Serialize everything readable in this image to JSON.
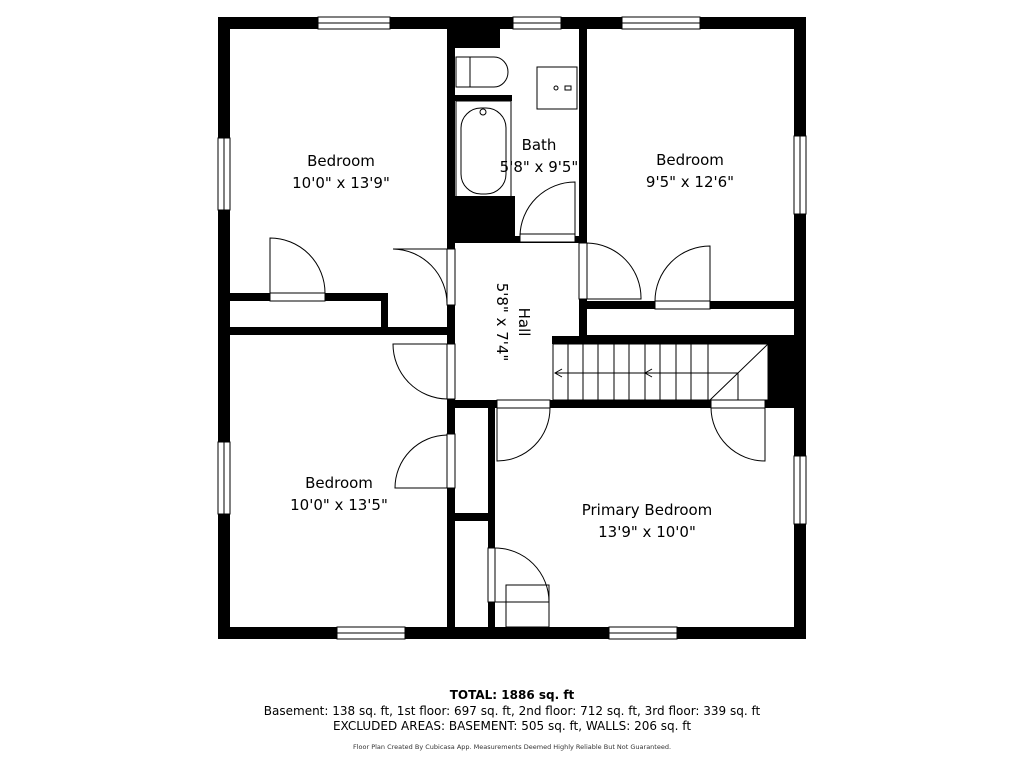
{
  "plan": {
    "wall_color": "#000000",
    "background": "#ffffff",
    "rooms": [
      {
        "name": "Bedroom",
        "dims": "10'0\" x 13'9\""
      },
      {
        "name": "Bath",
        "dims": "5'8\" x 9'5\""
      },
      {
        "name": "Bedroom",
        "dims": "9'5\" x 12'6\""
      },
      {
        "name": "Hall",
        "dims": "5'8\" x 7'4\""
      },
      {
        "name": "Bedroom",
        "dims": "10'0\" x 13'5\""
      },
      {
        "name": "Primary Bedroom",
        "dims": "13'9\" x 10'0\""
      }
    ]
  },
  "footer": {
    "total": "TOTAL: 1886 sq. ft",
    "floors": "Basement: 138 sq. ft, 1st floor: 697 sq. ft, 2nd floor: 712 sq. ft, 3rd floor: 339 sq. ft",
    "excluded": "EXCLUDED AREAS: BASEMENT: 505 sq. ft, WALLS: 206 sq. ft",
    "credit": "Floor Plan Created By Cubicasa App. Measurements Deemed Highly Reliable But Not Guaranteed."
  }
}
